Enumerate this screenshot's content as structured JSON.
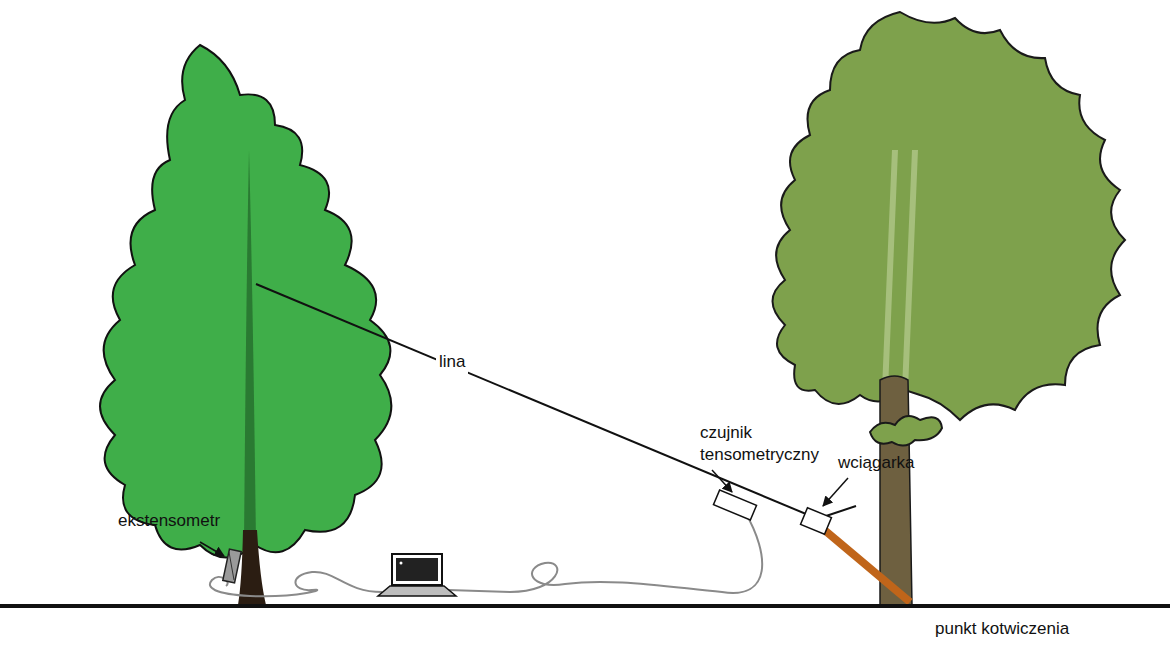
{
  "diagram": {
    "labels": [
      "lina",
      "czujnik tensometryczny",
      "wciągarka",
      "ekstensometr",
      "punkt kotwiczenia"
    ]
  }
}
